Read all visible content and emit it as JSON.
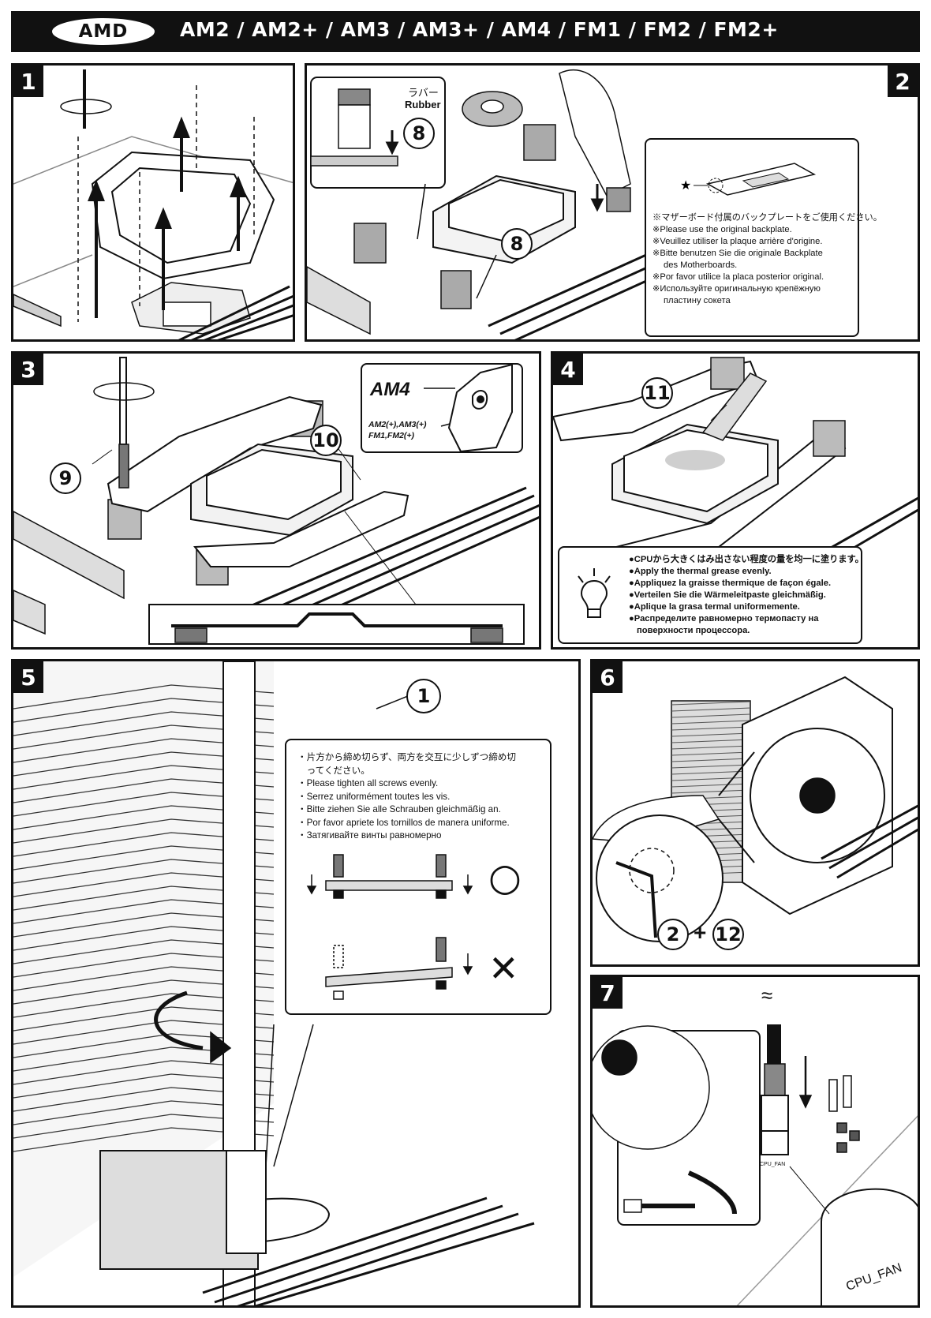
{
  "header": {
    "brand": "AMD",
    "sockets": "AM2 / AM2+ / AM3 / AM3+ / AM4 / FM1 / FM2 / FM2+"
  },
  "steps": {
    "s1": {
      "number": "1"
    },
    "s2": {
      "number": "2",
      "rubber_label_ja": "ラバー",
      "rubber_label_en": "Rubber",
      "part": "8",
      "backplate_note": [
        "※マザーボード付属のバックプレートをご使用ください。",
        "※Please use the original backplate.",
        "※Veuillez utiliser la plaque arrière d'origine.",
        "※Bitte benutzen Sie die originale Backplate",
        "des Motherboards.",
        "※Por favor utilice la placa posterior original.",
        "※Используйте оригинальную крепёжную",
        "пластину сокета"
      ]
    },
    "s3": {
      "number": "3",
      "part_screw": "9",
      "part_bracket": "10",
      "am4_label": "AM4",
      "legacy_label_1": "AM2(+),AM3(+)",
      "legacy_label_2": "FM1,FM2(+)"
    },
    "s4": {
      "number": "4",
      "part": "11",
      "grease_note": [
        "●CPUから大きくはみ出さない程度の量を均一に塗ります。",
        "●Apply the thermal grease evenly.",
        "●Appliquez la graisse thermique de façon égale.",
        "●Verteilen Sie die Wärmeleitpaste gleichmäßig.",
        "●Aplique la grasa termal uniformemente.",
        "●Распределите равномерно термопасту на",
        "поверхности процессора."
      ]
    },
    "s5": {
      "number": "5",
      "part": "1",
      "tighten_note": [
        "・片方から締め切らず、両方を交互に少しずつ締め切",
        "　ってください。",
        "・Please tighten all screws evenly.",
        "・Serrez uniformément toutes les vis.",
        "・Bitte ziehen Sie alle Schrauben gleichmäßig an.",
        "・Por favor apriete los tornillos de manera uniforme.",
        "・Затягивайте винты равномерно"
      ],
      "correct_mark": "○",
      "wrong_mark": "✕"
    },
    "s6": {
      "number": "6",
      "part_a": "2",
      "plus": "+",
      "part_b": "12"
    },
    "s7": {
      "number": "7",
      "header_label": "CPU_FAN",
      "connector_label": "CPU_FAN",
      "cable_mark": "≈"
    }
  },
  "colors": {
    "ink": "#111111",
    "gray": "#9a9a9a",
    "light": "#d9d9d9",
    "paper": "#ffffff"
  }
}
